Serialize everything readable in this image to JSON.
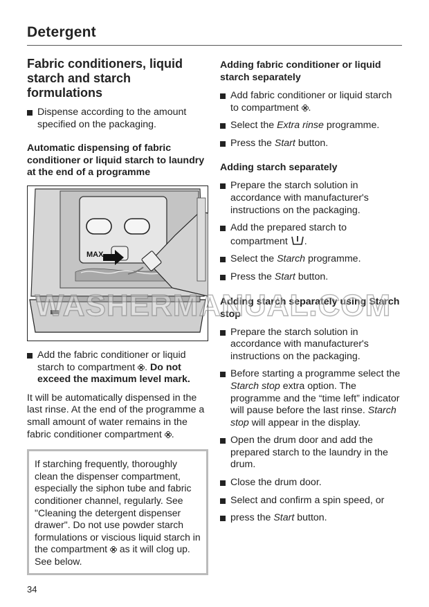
{
  "header": {
    "title": "Detergent"
  },
  "left": {
    "heading": "Fabric conditioners, liquid starch and starch formulations",
    "bullet_dispense": "Dispense according to the amount specified on the packaging.",
    "subheading": "Automatic dispensing of fabric conditioner or liquid starch to laundry at the end of a programme",
    "illustration": {
      "max_label": "MAX"
    },
    "bullet_add": {
      "pre": "Add the fabric conditioner or liquid starch to compartment",
      "bold": "Do not exceed the maximum level mark."
    },
    "para": "It will be automatically dispensed in the last rinse. At the end of the programme a small amount of water remains in the fabric conditioner compartment",
    "note": {
      "part1": "If starching frequently, thoroughly clean the dispenser compartment, especially the siphon tube and fabric conditioner channel, regularly. See \"Cleaning the detergent dispenser drawer\". Do not use powder starch formulations or viscious liquid starch in the compartment",
      "part2": "as it will clog up. See below."
    }
  },
  "right": {
    "sec1": {
      "heading": "Adding fabric conditioner or liquid starch separately",
      "b1": "Add fabric conditioner or liquid starch to compartment",
      "b2_pre": "Select the",
      "b2_em": "Extra rinse",
      "b2_post": "programme.",
      "b3_pre": "Press the",
      "b3_em": "Start",
      "b3_post": "button."
    },
    "sec2": {
      "heading": "Adding starch separately",
      "b1": "Prepare the starch solution in accordance with manufacturer's instructions on the packaging.",
      "b2": "Add the prepared starch to compartment",
      "b3_pre": "Select the",
      "b3_em": "Starch",
      "b3_post": "programme.",
      "b4_pre": "Press the",
      "b4_em": "Start",
      "b4_post": "button."
    },
    "sec3": {
      "heading": "Adding starch separately using Starch stop",
      "b1": "Prepare the starch solution in accordance with manufacturer's instructions on the packaging.",
      "b2_pre": "Before starting a programme select the",
      "b2_em": "Starch stop",
      "b2_mid": "extra option. The programme and the “time left” indicator will pause before the last rinse.",
      "b2_em2": "Starch stop",
      "b2_post": "will appear in the display.",
      "b3": "Open the drum door and add the prepared starch to the laundry in the drum.",
      "b4": "Close the drum door.",
      "b5": "Select and confirm a spin speed, or",
      "b6_pre": "press the",
      "b6_em": "Start",
      "b6_post": "button."
    }
  },
  "watermark": "WASHERMANUAL.COM",
  "page_number": "34"
}
